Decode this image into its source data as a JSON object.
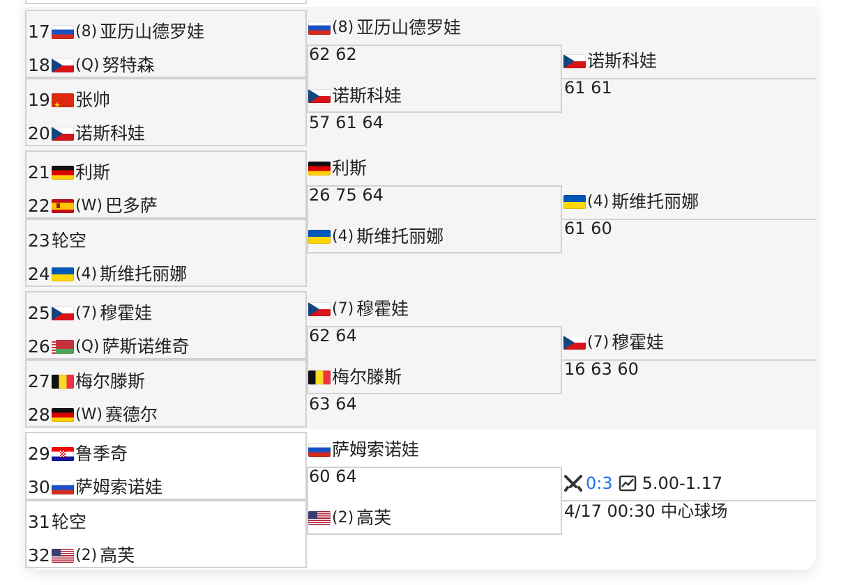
{
  "players": [
    {
      "no": "17",
      "flag": "ru",
      "tag": "(8)",
      "name": "亚历山德罗娃"
    },
    {
      "no": "18",
      "flag": "cz",
      "tag": "(Q)",
      "name": "努特森"
    },
    {
      "no": "19",
      "flag": "cn",
      "tag": "",
      "name": "张帅"
    },
    {
      "no": "20",
      "flag": "cz",
      "tag": "",
      "name": "诺斯科娃"
    },
    {
      "no": "21",
      "flag": "de",
      "tag": "",
      "name": "利斯"
    },
    {
      "no": "22",
      "flag": "es",
      "tag": "(W)",
      "name": "巴多萨"
    },
    {
      "no": "23",
      "flag": "",
      "tag": "",
      "name": "轮空"
    },
    {
      "no": "24",
      "flag": "ua",
      "tag": "(4)",
      "name": "斯维托丽娜"
    },
    {
      "no": "25",
      "flag": "cz",
      "tag": "(7)",
      "name": "穆霍娃"
    },
    {
      "no": "26",
      "flag": "by",
      "tag": "(Q)",
      "name": "萨斯诺维奇"
    },
    {
      "no": "27",
      "flag": "be",
      "tag": "",
      "name": "梅尔滕斯"
    },
    {
      "no": "28",
      "flag": "de",
      "tag": "(W)",
      "name": "赛德尔"
    },
    {
      "no": "29",
      "flag": "hr",
      "tag": "",
      "name": "鲁季奇"
    },
    {
      "no": "30",
      "flag": "ru",
      "tag": "",
      "name": "萨姆索诺娃"
    },
    {
      "no": "31",
      "flag": "",
      "tag": "",
      "name": "轮空"
    },
    {
      "no": "32",
      "flag": "us",
      "tag": "(2)",
      "name": "高芙"
    }
  ],
  "round2": [
    {
      "flag": "ru",
      "tag": "(8)",
      "name": "亚历山德罗娃",
      "score": "62 62"
    },
    {
      "flag": "cz",
      "tag": "",
      "name": "诺斯科娃",
      "score": "57 61 64"
    },
    {
      "flag": "de",
      "tag": "",
      "name": "利斯",
      "score": "26 75 64"
    },
    {
      "flag": "ua",
      "tag": "(4)",
      "name": "斯维托丽娜",
      "score": ""
    },
    {
      "flag": "cz",
      "tag": "(7)",
      "name": "穆霍娃",
      "score": "62 64"
    },
    {
      "flag": "be",
      "tag": "",
      "name": "梅尔滕斯",
      "score": "63 64"
    },
    {
      "flag": "ru",
      "tag": "",
      "name": "萨姆索诺娃",
      "score": "60 64"
    },
    {
      "flag": "us",
      "tag": "(2)",
      "name": "高芙",
      "score": ""
    }
  ],
  "round3": [
    {
      "flag": "cz",
      "tag": "",
      "name": "诺斯科娃",
      "score": "61 61"
    },
    {
      "flag": "ua",
      "tag": "(4)",
      "name": "斯维托丽娜",
      "score": "61 60"
    },
    {
      "flag": "cz",
      "tag": "(7)",
      "name": "穆霍娃",
      "score": "16 63 60"
    }
  ],
  "upcoming": {
    "vs_icon": "swords-icon",
    "h2h": "0:3",
    "odds_icon": "chart-icon",
    "odds": "5.00-1.17",
    "schedule": "4/17 00:30 中心球场"
  }
}
